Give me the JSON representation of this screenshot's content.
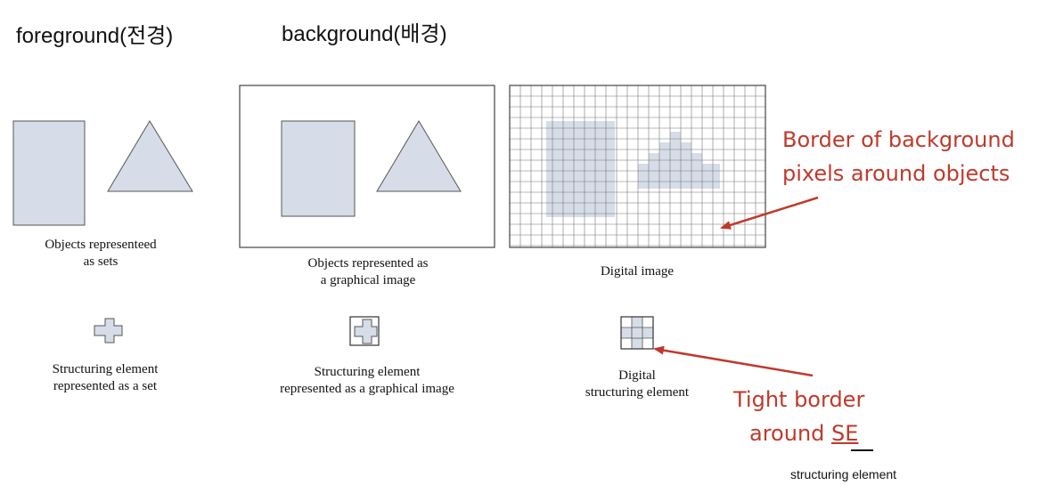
{
  "headers": {
    "foreground": "foreground(전경)",
    "background": "background(배경)"
  },
  "captions": {
    "sets_line1": "Objects representeed",
    "sets_line2": "as sets",
    "graphical_line1": "Objects represented as",
    "graphical_line2": "a graphical image",
    "digital": "Digital image",
    "se_set_line1": "Structuring element",
    "se_set_line2": "represented as a set",
    "se_graphical_line1": "Structuring element",
    "se_graphical_line2": "represented as a graphical image",
    "se_digital_line1": "Digital",
    "se_digital_line2": "structuring element"
  },
  "annotations": {
    "border_line1": "Border of  background",
    "border_line2": "pixels  around  objects",
    "tight_line1": "Tight border",
    "tight_line2_prefix": "around ",
    "tight_line2_se": "SE",
    "se_expansion": "structuring element"
  },
  "colors": {
    "shape_fill": "#d6dde8",
    "shape_stroke": "#555555",
    "grid_line": "#777777",
    "annotation": "#c0392b"
  }
}
